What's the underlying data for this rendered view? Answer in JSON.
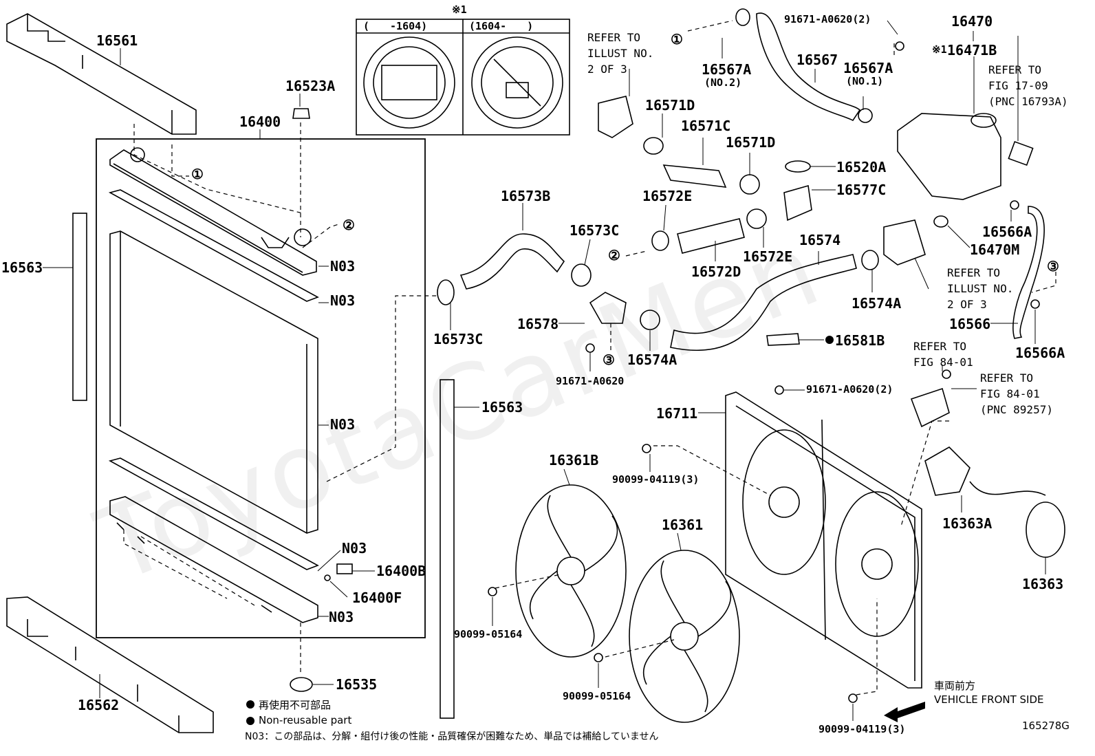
{
  "diagram_id": "165278G",
  "note_mark_top": "※1",
  "inset": {
    "header_left": "(　　-1604)",
    "header_right": "(1604-　　)"
  },
  "part_labels": {
    "p16561": "16561",
    "p16523A": "16523A",
    "p16400": "16400",
    "p16563_left": "16563",
    "p16563_right": "16563",
    "p16400B": "16400B",
    "p16400F": "16400F",
    "p16535": "16535",
    "p16562": "16562",
    "n03_1": "N03",
    "n03_2": "N03",
    "n03_3": "N03",
    "n03_4": "N03",
    "n03_5": "N03",
    "p16573B": "16573B",
    "p16573C_a": "16573C",
    "p16573C_b": "16573C",
    "p16578": "16578",
    "p91671_single": "91671-A0620",
    "p16574A_a": "16574A",
    "p16572E_a": "16572E",
    "p16572E_b": "16572E",
    "p16572D": "16572D",
    "p16571D_a": "16571D",
    "p16571D_b": "16571D",
    "p16571C": "16571C",
    "p16520A": "16520A",
    "p16577C": "16577C",
    "p16574": "16574",
    "p16574A_b": "16574A",
    "p16581B": "16581B",
    "p16567A_2": "16567A",
    "p16567A_2_note": "(NO.2)",
    "p16567": "16567",
    "p16567A_1": "16567A",
    "p16567A_1_note": "(NO.1)",
    "p91671_x2_top": "91671-A0620(2)",
    "p16470": "16470",
    "p16471B": "16471B",
    "note_mark_right": "※1",
    "p16566A_a": "16566A",
    "p16470M": "16470M",
    "p16566": "16566",
    "p16566A_b": "16566A",
    "p91671_x2_mid": "91671-A0620(2)",
    "p16711": "16711",
    "p90099_04119_a": "90099-04119(3)",
    "p16361B": "16361B",
    "p16361": "16361",
    "p90099_05164_a": "90099-05164",
    "p90099_05164_b": "90099-05164",
    "p16363A": "16363A",
    "p16363": "16363",
    "p90099_04119_b": "90099-04119(3)"
  },
  "circled_refs": {
    "c1": "①",
    "c2": "②",
    "c3": "③"
  },
  "refer_notes": {
    "illust_top": "REFER TO\nILLUST NO.\n2 OF 3",
    "illust_mid": "REFER TO\nILLUST NO.\n2 OF 3",
    "fig17": "REFER TO\nFIG 17-09\n(PNC 16793A)",
    "fig84_a": "REFER TO\nFIG 84-01",
    "fig84_b": "REFER TO\nFIG 84-01\n(PNC 89257)"
  },
  "direction": {
    "jp": "車両前方",
    "en": "VEHICLE FRONT SIDE"
  },
  "legend": {
    "jp": "再使用不可部品",
    "en": "Non-reusable part",
    "n03_note": "N03：この部品は、分解・組付け後の性能・品質確保が困難なため、単品では補給していません"
  },
  "watermark": "ToyotaCarMen"
}
